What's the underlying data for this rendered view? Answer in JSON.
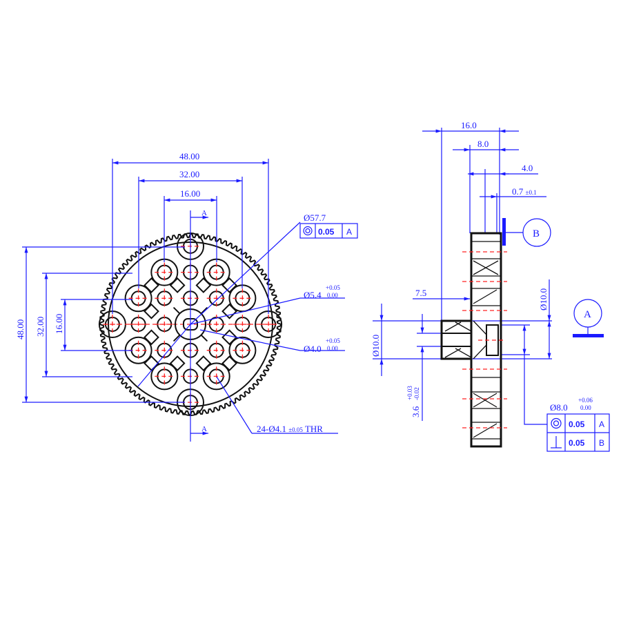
{
  "colors": {
    "dimension": "#1a1aff",
    "object": "#111111",
    "centerline": "#ff2020"
  },
  "front_view": {
    "dims": {
      "w48": "48.00",
      "w32": "32.00",
      "w16": "16.00",
      "h48": "48.00",
      "h32": "32.00",
      "h16": "16.00"
    },
    "section_label_top": "A",
    "section_label_bottom": "A",
    "outer_diameter": "Ø57.7",
    "outer_fcf": {
      "symbol": "concentricity-icon",
      "tolerance": "0.05",
      "datum": "A"
    },
    "bore_54": {
      "value": "Ø5.4",
      "tol_upper": "+0.05",
      "tol_lower": "0.00"
    },
    "bore_40": {
      "value": "Ø4.0",
      "tol_upper": "+0.05",
      "tol_lower": "0.00"
    },
    "holes_note": {
      "value": "24-Ø4.1",
      "tol": "±0.05",
      "suffix": "THR"
    }
  },
  "side_view": {
    "dims": {
      "d16": "16.0",
      "d8": "8.0",
      "d4": "4.0",
      "d07": "0.7",
      "d07_tol": "±0.1",
      "d75": "7.5",
      "hub_dia": "Ø10.0",
      "right_dia": "Ø10.0"
    },
    "d36": {
      "value": "3.6",
      "tol_upper": "+0.03",
      "tol_lower": "-0.02"
    },
    "d8": {
      "value": "Ø8.0",
      "tol_upper": "+0.06",
      "tol_lower": "0.00"
    },
    "datum_b": "B",
    "datum_a": "A",
    "fcf": [
      {
        "symbol": "concentricity-icon",
        "tolerance": "0.05",
        "datum": "A"
      },
      {
        "symbol": "perpendicularity-icon",
        "tolerance": "0.05",
        "datum": "B"
      }
    ]
  }
}
